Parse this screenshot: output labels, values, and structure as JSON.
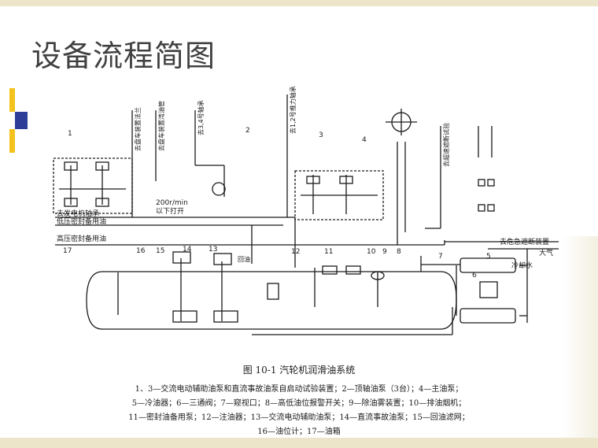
{
  "slide": {
    "title": "设备流程简图"
  },
  "diagram": {
    "labels": {
      "to_generator_bearing": "去发电机轴承",
      "low_pressure_seal": "低压密封备用油",
      "high_pressure_seal": "高压密封备用油",
      "barring_gear_flange": "去盘车装置法兰",
      "barring_gear_oil_pipe": "去盘车装置湾油管",
      "bearing_3_4": "去3,4号轴承",
      "thrust_bearing": "去1,2号推力轴承",
      "emergency_trip_test": "去超速遮断试验",
      "speed_note_1": "200r/min",
      "speed_note_2": "以下打开",
      "emergency_trip_device": "去危急遮断装置",
      "atmosphere": "大气",
      "cooling_water": "冷却水",
      "return_oil": "回油"
    },
    "numbers": [
      "1",
      "2",
      "3",
      "4",
      "5",
      "6",
      "7",
      "8",
      "9",
      "10",
      "11",
      "12",
      "13",
      "14",
      "15",
      "16",
      "17"
    ]
  },
  "caption": {
    "title": "图 10-1    汽轮机润滑油系统",
    "lines": [
      "1、3—交流电动辅助油泵和直流事故油泵自启动试验装置；2—顶轴油泵（3台）；4—主油泵；",
      "5—冷油器；6—三通阀；7—窥视口；8—高低油位报警开关；9—除油雾装置；10—排油烟机；",
      "11—密封油备用泵；12—注油器；13—交流电动辅助油泵；14—直流事故油泵；15—回油滤网；",
      "16—油位计；17—油箱"
    ]
  }
}
